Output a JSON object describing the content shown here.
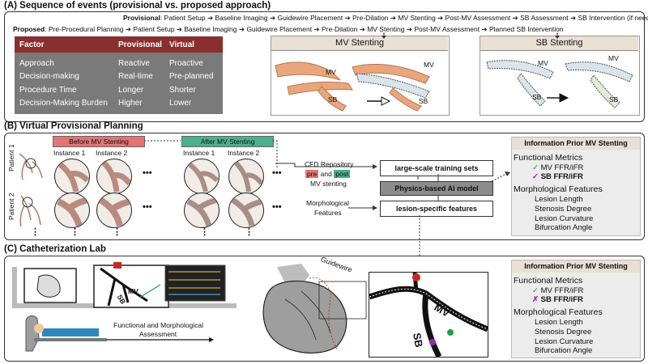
{
  "section_a": {
    "title": "(A) Sequence of events (provisional vs. proposed approach)",
    "provisional_label": "Provisional",
    "provisional_steps": ": Patient Setup ➔ Baseline Imaging ➔ Guidewire Placement ➔ Pre-Dilation ➔ MV Stenting ➔ Post-MV Assessment ➔ SB Assessment ➔ SB Intervention (if needed)",
    "proposed_label": "Proposed",
    "proposed_steps": ": Pre-Procedural Planning ➔ Patient Setup ➔ Baseline Imaging ➔ Guidewire Placement ➔ Pre-Dilation ➔ MV Stenting ➔ Post-MV Assessment ➔ Planned SB Intervention",
    "table": {
      "headers": [
        "Factor",
        "Provisional",
        "Virtual"
      ],
      "rows": [
        [
          "Approach",
          "Reactive",
          "Proactive"
        ],
        [
          "Decision-making",
          "Real-time",
          "Pre-planned"
        ],
        [
          "Procedure Time",
          "Longer",
          "Shorter"
        ],
        [
          "Decision-Making Burden",
          "Higher",
          "Lower"
        ]
      ]
    },
    "mv_stenting_title": "MV Stenting",
    "sb_stenting_title": "SB Stenting",
    "vessel_labels": {
      "mv": "MV",
      "sb": "SB"
    }
  },
  "section_b": {
    "title": "(B) Virtual Provisional Planning",
    "before_label": "Before MV Stenting",
    "after_label": "After MV Stenting",
    "instances": [
      "Instance 1",
      "Instance 2",
      "Instance 1",
      "Instance 2"
    ],
    "patients": [
      "Patient 1",
      "Patient 2"
    ],
    "ellipsis": "•••",
    "vdots": "⋮",
    "cfd_repository": "CFD Repository",
    "pre": "pre",
    "and": "and",
    "post": "post",
    "mv_stenting": "MV stenting",
    "morph_features": [
      "Morphological",
      "Features"
    ],
    "box_training": "large-scale training sets",
    "box_model": "Physics-based AI model",
    "box_lesion": "lesion-specific features",
    "info": {
      "title": "Information Prior MV Stenting",
      "functional": "Functional Metrics",
      "mv_ffr": "MV FFR/iFR",
      "sb_ffr": "SB FFR/iFR",
      "check": "✓",
      "morph": "Morphological Features",
      "features": [
        "Lesion Length",
        "Stenosis Degree",
        "Lesion Curvature",
        "Bifurcation Angle"
      ]
    }
  },
  "section_c": {
    "title": "(C) Catheterization Lab",
    "guidewire": "Guidewire",
    "mv": "MV",
    "sb": "SB",
    "assessment": [
      "Functional and Morphological",
      "Assessment"
    ],
    "info": {
      "title": "Information Prior MV Stenting",
      "functional": "Functional Metrics",
      "mv_ffr": "MV FFR/iFR",
      "sb_ffr": "SB FFR/iFR",
      "check": "✓",
      "cross": "✗",
      "morph": "Morphological Features",
      "features": [
        "Lesion Length",
        "Stenosis Degree",
        "Lesion Curvature",
        "Bifurcation Angle"
      ]
    }
  },
  "colors": {
    "table_header": "#8a2f2f",
    "table_body": "#7a7a7a",
    "vessel": "#e8a67c",
    "pre_pill": "#e57373",
    "post_pill": "#4caf8f",
    "check_green": "#1e9e3e",
    "check_purple": "#9c27b0",
    "info_header": "#e8e0d3"
  }
}
